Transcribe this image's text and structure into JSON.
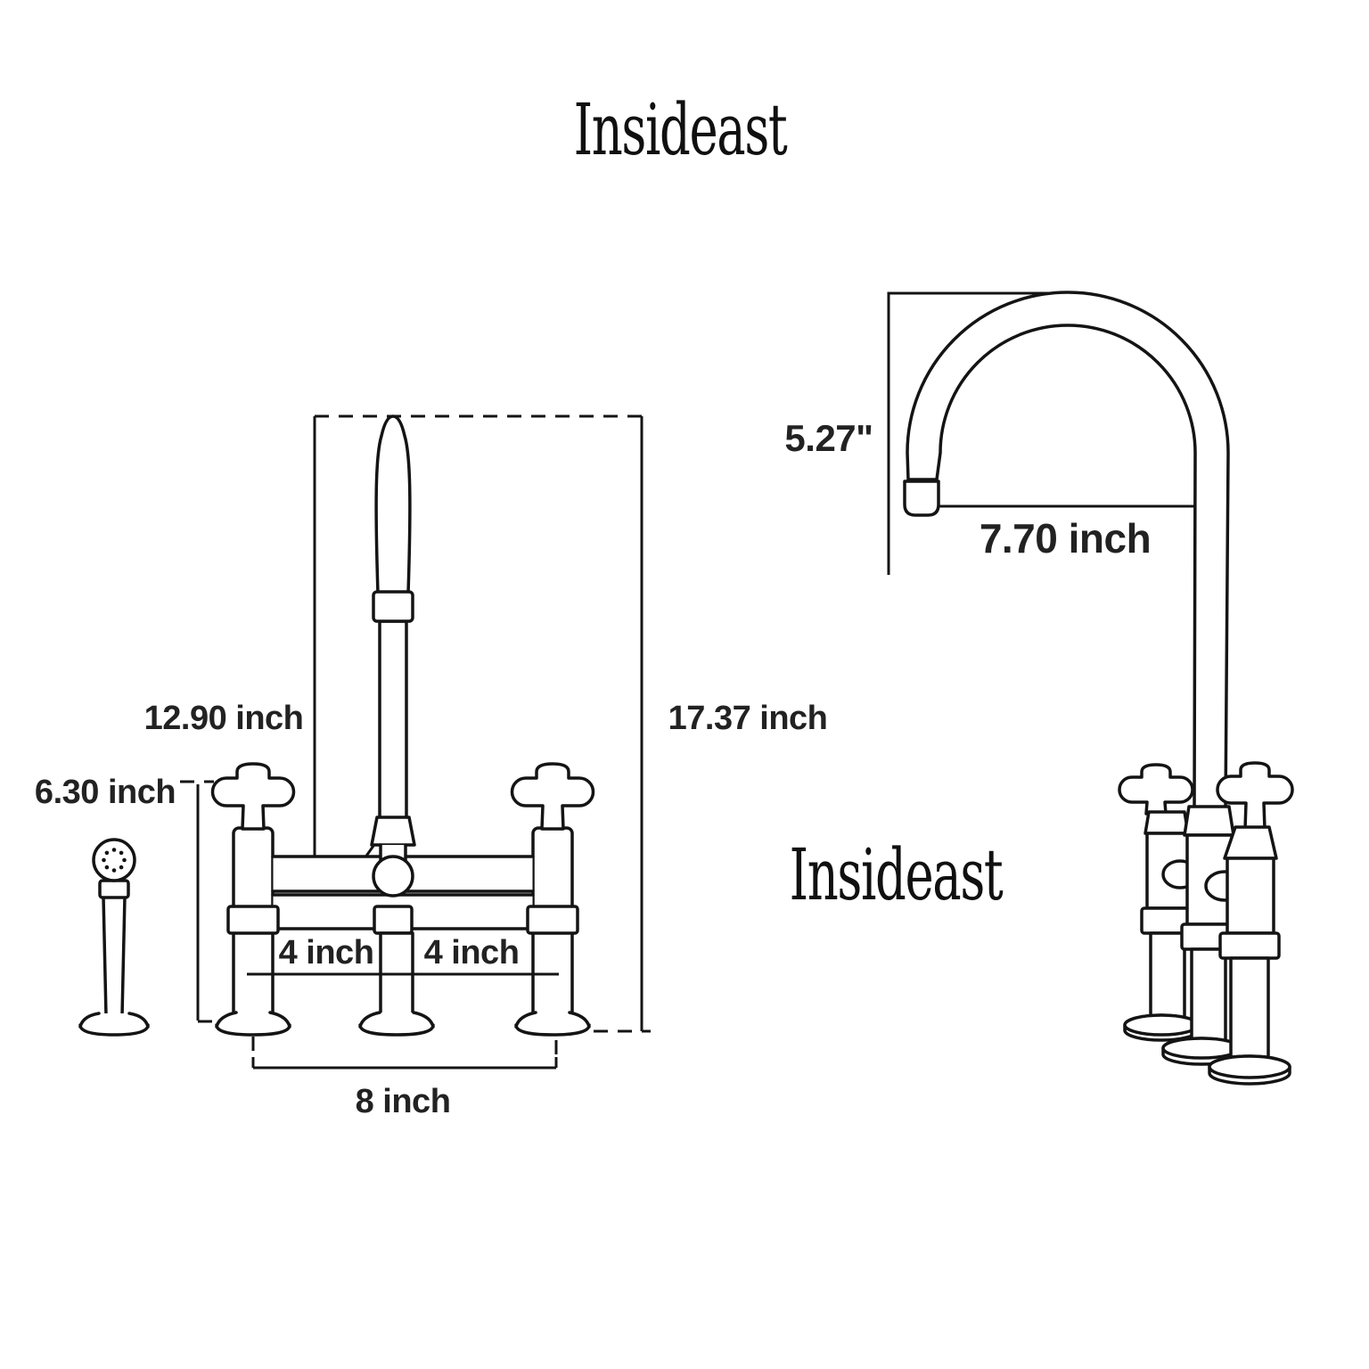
{
  "brand": {
    "title": "Insideast",
    "watermark": "Insideast"
  },
  "left_view": {
    "name": "bridge faucet front view with side sprayer",
    "dimensions": {
      "spout_height": "12.90 inch",
      "total_height": "17.37 inch",
      "handle_height": "6.30 inch",
      "left_spacing": "4 inch",
      "right_spacing": "4 inch",
      "hole_spacing": "8 inch"
    }
  },
  "right_view": {
    "name": "gooseneck spout side view",
    "dimensions": {
      "spout_arc_height": "5.27\"",
      "spout_reach": "7.70 inch"
    }
  },
  "colors": {
    "line": "#141414",
    "text": "#222222",
    "bg": "#ffffff"
  }
}
